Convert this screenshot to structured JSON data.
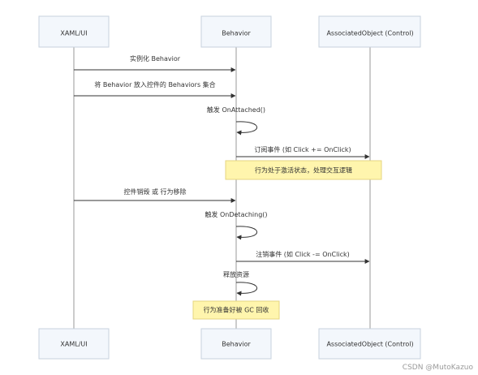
{
  "actors": {
    "ui": "XAML/UI",
    "behavior": "Behavior",
    "control": "AssociatedObject (Control)"
  },
  "messages": {
    "m1": "实例化 Behavior",
    "m2": "将 Behavior 放入控件的 Behaviors 集合",
    "m3": "触发 OnAttached()",
    "m4": "订阅事件 (如 Click += OnClick)",
    "m5": "控件销毁 或 行为移除",
    "m6": "触发 OnDetaching()",
    "m7": "注销事件 (如 Click -= OnClick)",
    "m8": "释放资源"
  },
  "notes": {
    "n1": "行为处于激活状态，处理交互逻辑",
    "n2": "行为准备好被 GC 回收"
  },
  "colors": {
    "actor_fill": "#f3f7fc",
    "actor_stroke": "#c7d2de",
    "note_fill": "#fff5ad",
    "note_stroke": "#e6d580",
    "line": "#333333"
  },
  "watermark": "CSDN @MutoKazuo"
}
